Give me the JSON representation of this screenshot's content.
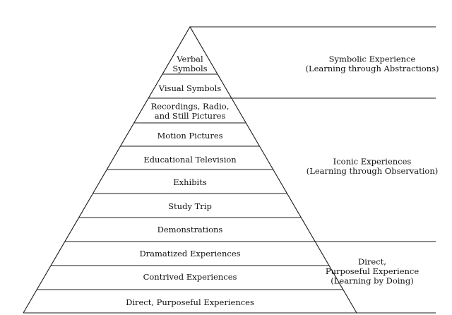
{
  "levels": [
    {
      "lines": [
        "Verbal",
        "Symbols"
      ]
    },
    {
      "lines": [
        "Visual Symbols"
      ]
    },
    {
      "lines": [
        "Recordings, Radio,",
        "and Still Pictures"
      ]
    },
    {
      "lines": [
        "Motion Pictures"
      ]
    },
    {
      "lines": [
        "Educational Television"
      ]
    },
    {
      "lines": [
        "Exhibits"
      ]
    },
    {
      "lines": [
        "Study Trip"
      ]
    },
    {
      "lines": [
        "Demonstrations"
      ]
    },
    {
      "lines": [
        "Dramatized Experiences"
      ]
    },
    {
      "lines": [
        "Contrived Experiences"
      ]
    },
    {
      "lines": [
        "Direct, Purposeful Experiences"
      ]
    }
  ],
  "categories": [
    {
      "lines": [
        "Symbolic Experience",
        "(Learning through Abstractions)"
      ]
    },
    {
      "lines": [
        "Iconic Experiences",
        "(Learning through Observation)"
      ]
    },
    {
      "lines": [
        "Direct,",
        "Purposeful Experience",
        "(Learning by Doing)"
      ]
    }
  ]
}
